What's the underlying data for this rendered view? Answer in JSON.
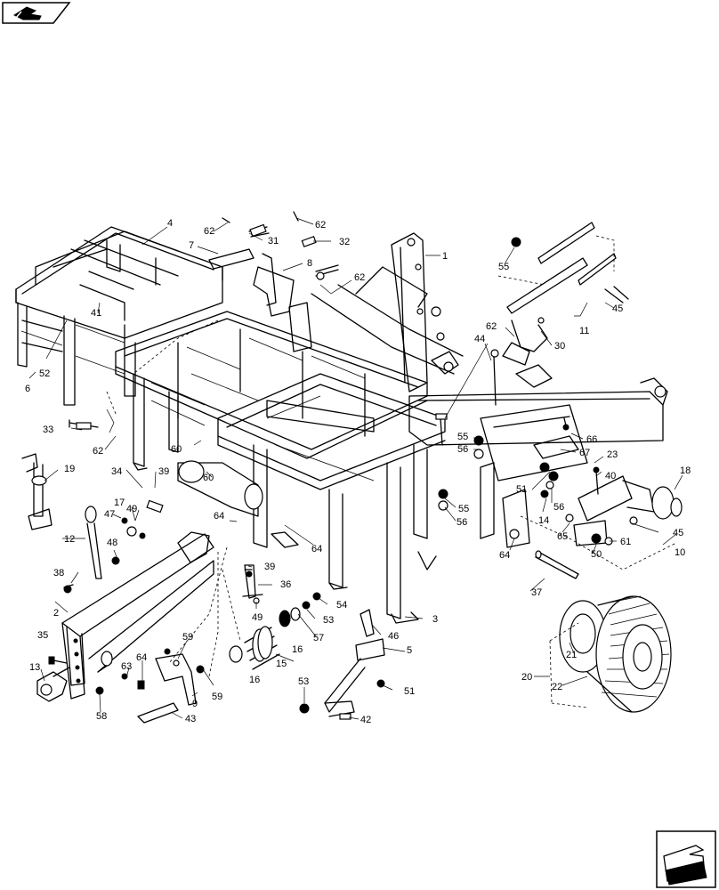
{
  "nav": {
    "top_icon": "navigation-arrow-icon",
    "bottom_icon": "next-page-arrow-icon"
  },
  "callouts": [
    {
      "id": "c1",
      "text": "1"
    },
    {
      "id": "c2",
      "text": "2"
    },
    {
      "id": "c3",
      "text": "3"
    },
    {
      "id": "c4",
      "text": "4"
    },
    {
      "id": "c5",
      "text": "5"
    },
    {
      "id": "c6",
      "text": "6"
    },
    {
      "id": "c7",
      "text": "7"
    },
    {
      "id": "c8",
      "text": "8"
    },
    {
      "id": "c9",
      "text": "9"
    },
    {
      "id": "c10",
      "text": "10"
    },
    {
      "id": "c11",
      "text": "11"
    },
    {
      "id": "c12",
      "text": "12"
    },
    {
      "id": "c13",
      "text": "13"
    },
    {
      "id": "c14",
      "text": "14"
    },
    {
      "id": "c15",
      "text": "15"
    },
    {
      "id": "c16a",
      "text": "16"
    },
    {
      "id": "c16b",
      "text": "16"
    },
    {
      "id": "c17",
      "text": "17"
    },
    {
      "id": "c18",
      "text": "18"
    },
    {
      "id": "c19",
      "text": "19"
    },
    {
      "id": "c20",
      "text": "20"
    },
    {
      "id": "c21",
      "text": "21"
    },
    {
      "id": "c22",
      "text": "22"
    },
    {
      "id": "c23",
      "text": "23"
    },
    {
      "id": "c30",
      "text": "30"
    },
    {
      "id": "c31",
      "text": "31"
    },
    {
      "id": "c32",
      "text": "32"
    },
    {
      "id": "c33",
      "text": "33"
    },
    {
      "id": "c34",
      "text": "34"
    },
    {
      "id": "c35",
      "text": "35"
    },
    {
      "id": "c36",
      "text": "36"
    },
    {
      "id": "c37",
      "text": "37"
    },
    {
      "id": "c38",
      "text": "38"
    },
    {
      "id": "c39a",
      "text": "39"
    },
    {
      "id": "c39b",
      "text": "39"
    },
    {
      "id": "c40",
      "text": "40"
    },
    {
      "id": "c41",
      "text": "41"
    },
    {
      "id": "c42",
      "text": "42"
    },
    {
      "id": "c43",
      "text": "43"
    },
    {
      "id": "c44",
      "text": "44"
    },
    {
      "id": "c45a",
      "text": "45"
    },
    {
      "id": "c45b",
      "text": "45"
    },
    {
      "id": "c46",
      "text": "46"
    },
    {
      "id": "c47",
      "text": "47"
    },
    {
      "id": "c48",
      "text": "48"
    },
    {
      "id": "c49a",
      "text": "49"
    },
    {
      "id": "c49b",
      "text": "49"
    },
    {
      "id": "c50",
      "text": "50"
    },
    {
      "id": "c51a",
      "text": "51"
    },
    {
      "id": "c51b",
      "text": "51"
    },
    {
      "id": "c52",
      "text": "52"
    },
    {
      "id": "c53a",
      "text": "53"
    },
    {
      "id": "c53b",
      "text": "53"
    },
    {
      "id": "c54",
      "text": "54"
    },
    {
      "id": "c55a",
      "text": "55"
    },
    {
      "id": "c55b",
      "text": "55"
    },
    {
      "id": "c55c",
      "text": "55"
    },
    {
      "id": "c56a",
      "text": "56"
    },
    {
      "id": "c56b",
      "text": "56"
    },
    {
      "id": "c56c",
      "text": "56"
    },
    {
      "id": "c57",
      "text": "57"
    },
    {
      "id": "c58",
      "text": "58"
    },
    {
      "id": "c59a",
      "text": "59"
    },
    {
      "id": "c59b",
      "text": "59"
    },
    {
      "id": "c60a",
      "text": "60"
    },
    {
      "id": "c60b",
      "text": "60"
    },
    {
      "id": "c61",
      "text": "61"
    },
    {
      "id": "c62a",
      "text": "62"
    },
    {
      "id": "c62b",
      "text": "62"
    },
    {
      "id": "c62c",
      "text": "62"
    },
    {
      "id": "c62d",
      "text": "62"
    },
    {
      "id": "c62e",
      "text": "62"
    },
    {
      "id": "c63",
      "text": "63"
    },
    {
      "id": "c64a",
      "text": "64"
    },
    {
      "id": "c64b",
      "text": "64"
    },
    {
      "id": "c64c",
      "text": "64"
    },
    {
      "id": "c64d",
      "text": "64"
    },
    {
      "id": "c65",
      "text": "65"
    },
    {
      "id": "c66",
      "text": "66"
    },
    {
      "id": "c67",
      "text": "67"
    }
  ]
}
